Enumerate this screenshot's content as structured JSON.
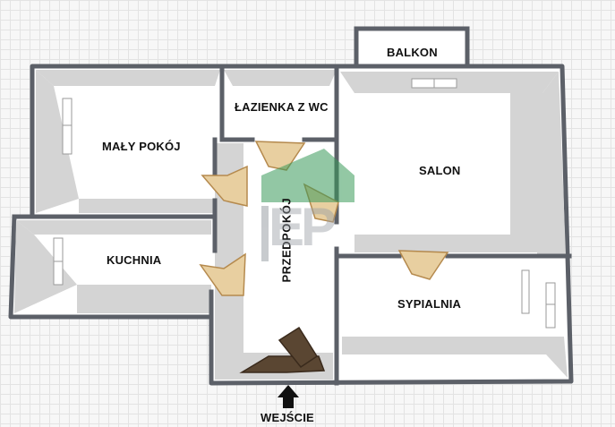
{
  "plan": {
    "rooms": {
      "maly_pokoj": "MAŁY POKÓJ",
      "lazienka": "ŁAZIENKA Z WC",
      "balkon": "BALKON",
      "salon": "SALON",
      "przedpokoj": "PRZEDPOKÓJ",
      "kuchnia": "KUCHNIA",
      "sypialnia": "SYPIALNIA"
    },
    "entrance_label": "WEJŚCIE"
  },
  "watermark_logo": "EP",
  "colors": {
    "wall": "#5c6068",
    "floor": "#ffffff",
    "floor_shade": "#cfcfcf",
    "door_light": "#e8cfa0",
    "door_dark": "#5a4632",
    "logo_green": "#3a9a5a",
    "logo_gray": "#9aa0a6"
  },
  "icons": [
    "entrance-arrow-icon",
    "window-icon",
    "door-icon"
  ]
}
